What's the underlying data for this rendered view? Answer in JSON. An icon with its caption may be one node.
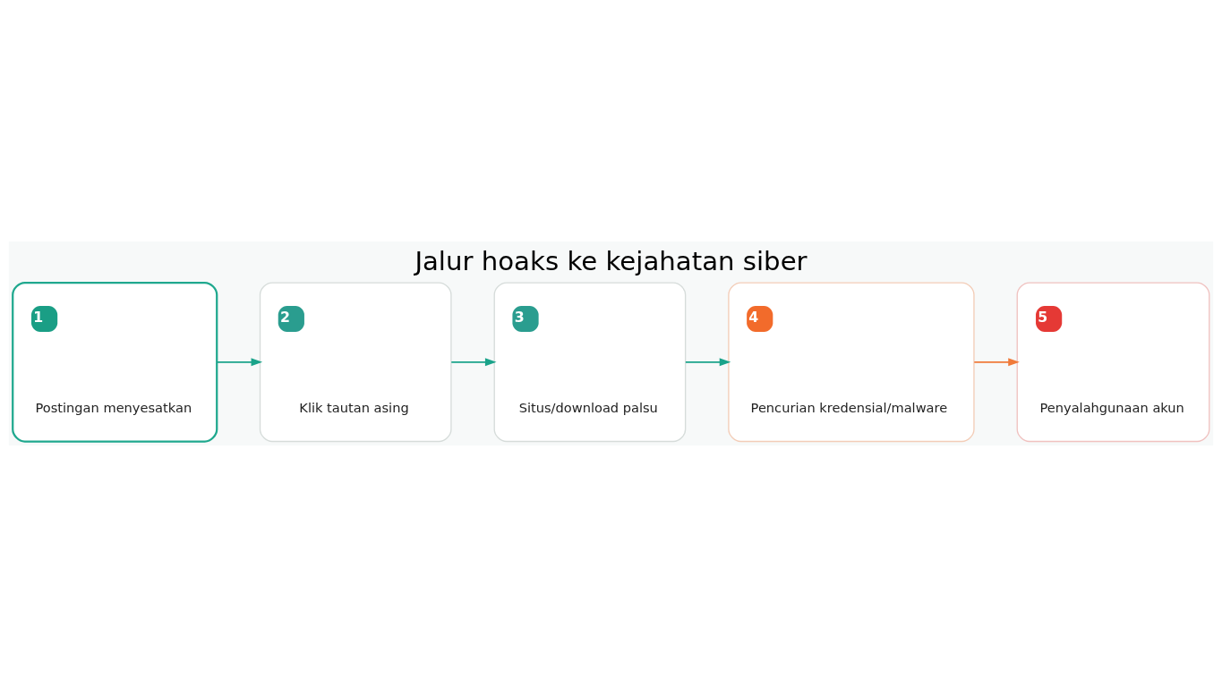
{
  "diagram": {
    "title": "Jalur hoaks ke kejahatan siber",
    "nodes": [
      {
        "text": [
          "1",
          "Postingan menyesatkan"
        ]
      },
      {
        "text": [
          "2",
          "Klik tautan asing"
        ]
      },
      {
        "text": [
          "3",
          "Situs/download palsu"
        ]
      },
      {
        "text": [
          "4",
          "Pencurian kredensial/malware"
        ]
      },
      {
        "text": [
          "5",
          "Penyalahgunaan akun"
        ]
      }
    ],
    "edges": [
      {
        "from": 0,
        "to": 1,
        "arrow": "to"
      },
      {
        "from": 1,
        "to": 2,
        "arrow": "to"
      },
      {
        "from": 2,
        "to": 3,
        "arrow": "to"
      },
      {
        "from": 3,
        "to": 4,
        "arrow": "to",
        "color": "#f07a3a"
      }
    ]
  }
}
